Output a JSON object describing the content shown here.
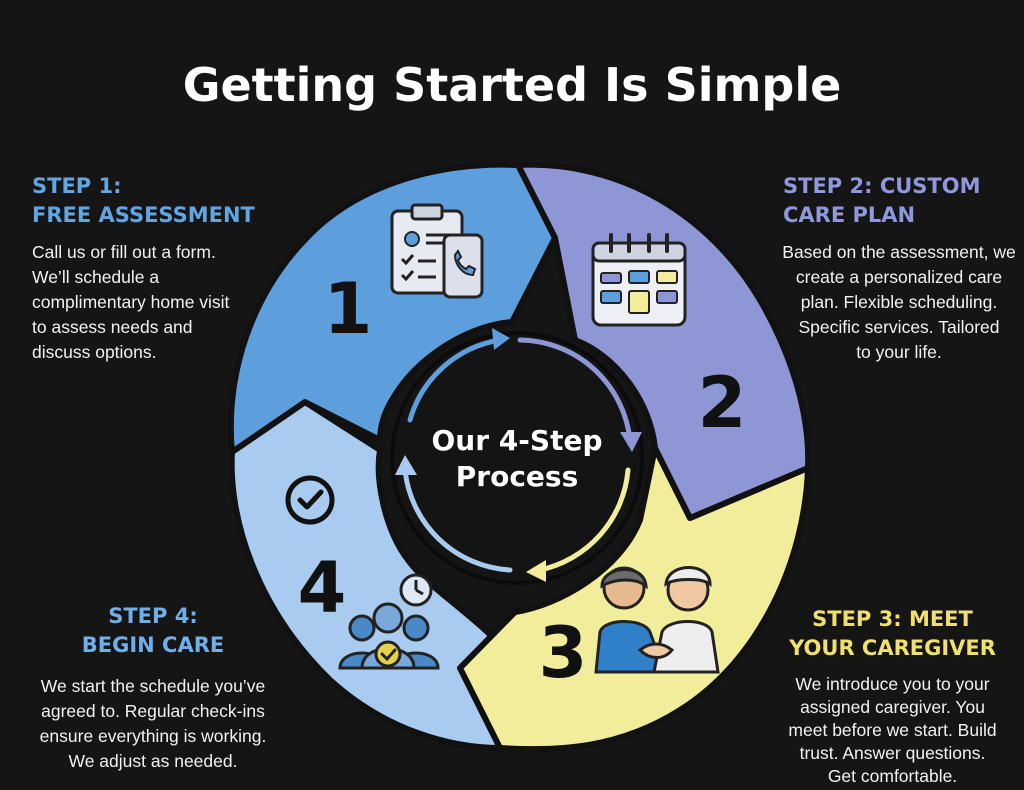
{
  "title": "Getting Started Is Simple",
  "center": {
    "line1": "Our 4-Step",
    "line2": "Process"
  },
  "colors": {
    "step1": "#5d9fdc",
    "step2": "#8e96d6",
    "step3": "#f1ed9b",
    "step4": "#a9cbef",
    "background": "#151515"
  },
  "steps": [
    {
      "number": "1",
      "title_line1": "STEP 1:",
      "title_line2": "FREE ASSESSMENT",
      "desc": [
        "Call us or fill out a form.",
        "We’ll schedule a",
        "complimentary home visit",
        "to assess needs and",
        "discuss options."
      ],
      "icon": "clipboard-phone-icon"
    },
    {
      "number": "2",
      "title_line1": "STEP 2: CUSTOM",
      "title_line2": "CARE PLAN",
      "desc": [
        "Based on the assessment, we",
        "create a personalized care",
        "plan. Flexible scheduling.",
        "Specific services. Tailored",
        "to your life."
      ],
      "icon": "calendar-icon"
    },
    {
      "number": "3",
      "title_line1": "STEP 3: MEET",
      "title_line2": "YOUR CAREGIVER",
      "desc": [
        "We introduce you to your",
        "assigned caregiver. You",
        "meet before we start. Build",
        "trust. Answer questions.",
        "Get comfortable."
      ],
      "icon": "handshake-icon"
    },
    {
      "number": "4",
      "title_line1": "STEP 4:",
      "title_line2": "BEGIN CARE",
      "desc": [
        "We start the schedule you’ve",
        "agreed to. Regular check-ins",
        "ensure everything is working.",
        "We adjust as needed."
      ],
      "icon": "team-check-icon"
    }
  ]
}
